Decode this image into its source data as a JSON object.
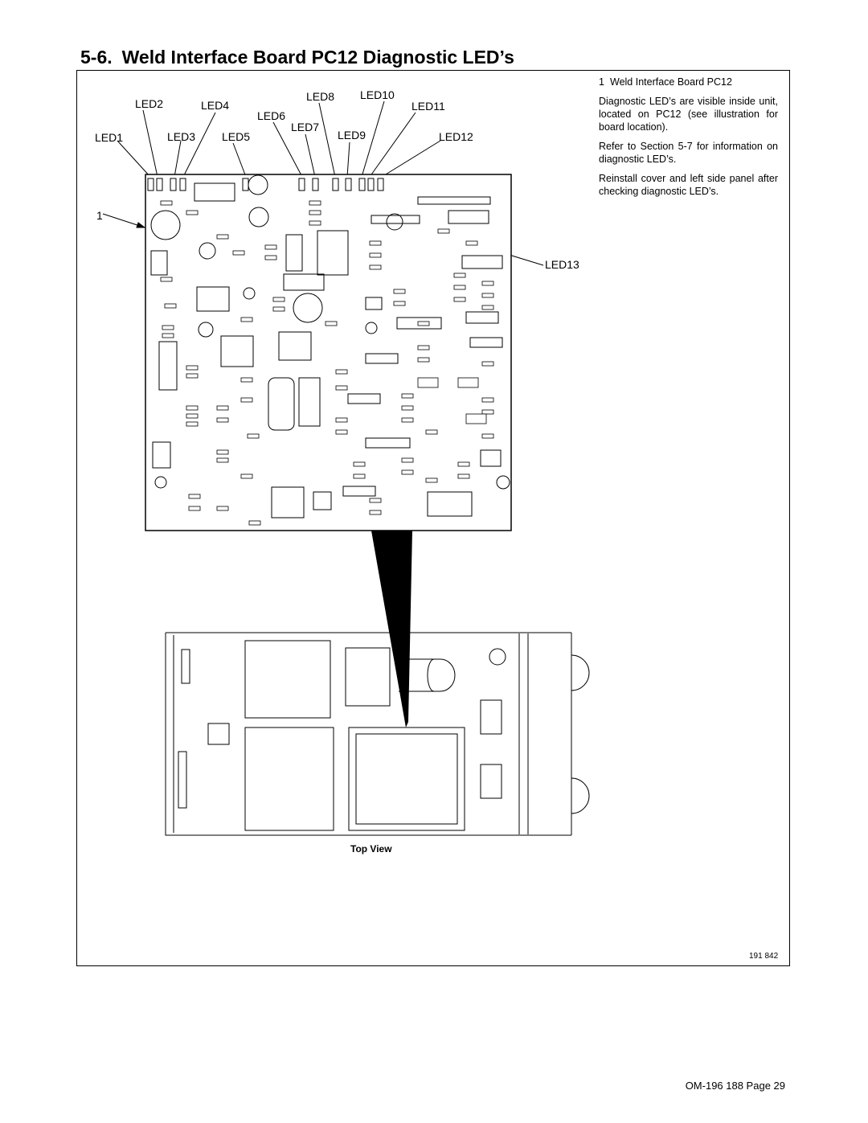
{
  "section": {
    "number": "5-6.",
    "title": "Weld Interface Board PC12 Diagnostic LED’s"
  },
  "sidebar": {
    "item_number": "1",
    "item_label": "Weld Interface Board PC12",
    "para1": "Diagnostic LED’s are visible inside unit, located on PC12 (see illustration for board location).",
    "para2": "Refer to Section 5-7 for information on diagnostic LED’s.",
    "para3": "Reinstall cover and left side panel after checking diagnostic LED’s."
  },
  "figure": {
    "led_labels": {
      "led1": "LED1",
      "led2": "LED2",
      "led3": "LED3",
      "led4": "LED4",
      "led5": "LED5",
      "led6": "LED6",
      "led7": "LED7",
      "led8": "LED8",
      "led9": "LED9",
      "led10": "LED10",
      "led11": "LED11",
      "led12": "LED12",
      "led13": "LED13"
    },
    "callout_1": "1",
    "top_view_label": "Top View",
    "figure_number": "191 842"
  },
  "footer": {
    "page": "OM-196 188 Page 29"
  }
}
